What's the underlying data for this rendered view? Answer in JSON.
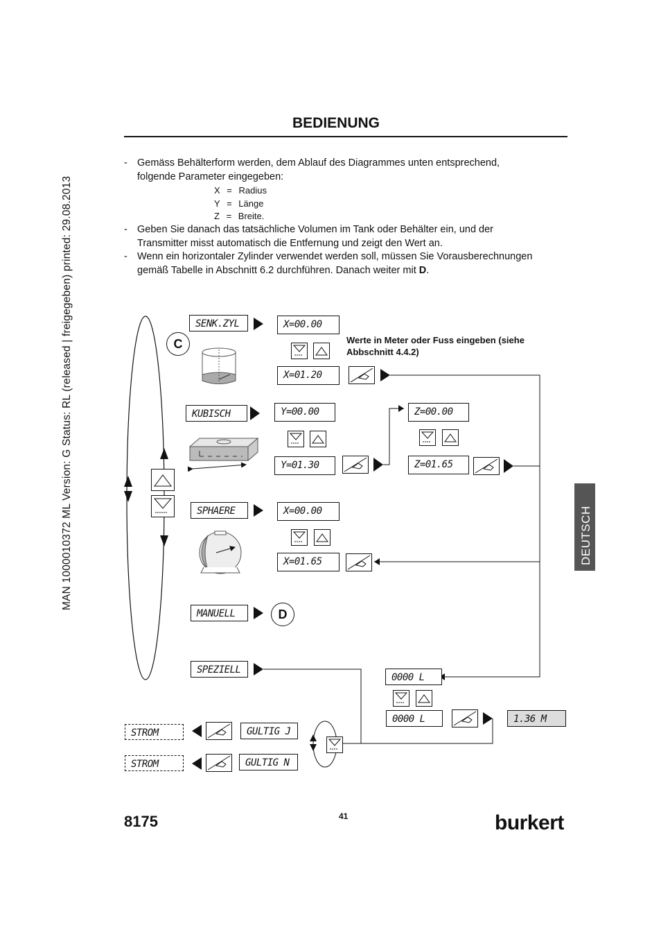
{
  "side_text": "MAN  1000010372  ML  Version: G  Status: RL (released | freigegeben)  printed: 29.08.2013",
  "header": {
    "title": "BEDIENUNG"
  },
  "body": {
    "p1_line1": "Gemäss Behälterform werden, dem Ablauf des Diagrammes unten entsprechend,",
    "p1_line2": "folgende Parameter eingegeben:",
    "vars": [
      {
        "key": "X",
        "eq": "=",
        "val": "Radius"
      },
      {
        "key": "Y",
        "eq": "=",
        "val": "Länge"
      },
      {
        "key": "Z",
        "eq": "=",
        "val": "Breite."
      }
    ],
    "p2_line1": "Geben Sie danach das tatsächliche Volumen im Tank oder Behälter ein, und der",
    "p2_line2": "Transmitter misst automatisch die Entfernung und zeigt den Wert an.",
    "p3_line1": "Wenn ein horizontaler Zylinder verwendet werden soll, müssen Sie Vorausberechnungen",
    "p3_line2_pre": "gemäß Tabelle in Abschnitt 6.2 durchführen. Danach weiter mit ",
    "p3_line2_bold": "D",
    "p3_line2_post": ".",
    "dash": "-"
  },
  "diagram": {
    "note": "Werte in Meter oder Fuss eingeben (siehe Abbschnitt 4.4.2)",
    "label_c": "C",
    "label_d": "D",
    "menus": {
      "senk": "SENK.ZYL",
      "kubisch": "KUBISCH",
      "sphaere": "SPHAERE",
      "manuell": "MANUELL",
      "speziell": "SPEZIELL"
    },
    "displays": {
      "x1": "X=00.00",
      "x1b": "X=01.20",
      "y1": "Y=00.00",
      "y1b": "Y=01.30",
      "z1": "Z=00.00",
      "z1b": "Z=01.65",
      "x2": "X=00.00",
      "x2b": "X=01.65",
      "vol1": "0000 L",
      "vol2": "0000 L",
      "result": "1.36 M",
      "strom1": "STROM",
      "strom2": "STROM",
      "gultig_j": "GULTIG J",
      "gultig_n": "GULTIG N"
    }
  },
  "footer": {
    "model": "8175",
    "page": "41",
    "logo": "burkert",
    "tab": "DEUTSCH"
  },
  "colors": {
    "grey_display": "#dddddd",
    "tab": "#555555"
  }
}
